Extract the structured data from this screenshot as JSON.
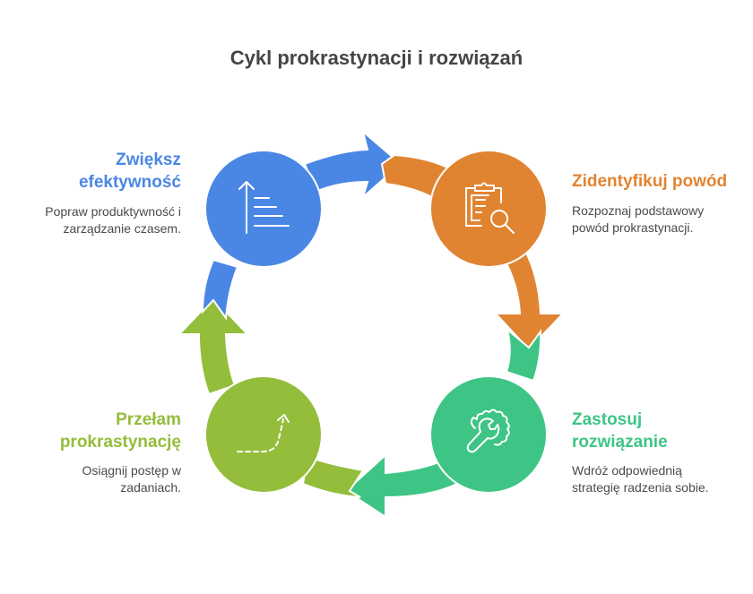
{
  "title": "Cykl prokrastynacji i rozwiązań",
  "colors": {
    "blue": "#4a87e4",
    "orange": "#e08432",
    "teal": "#3ec585",
    "lime": "#94bd3b",
    "title_text": "#454545",
    "desc_text": "#4a4a4a"
  },
  "steps": [
    {
      "id": "increase-efficiency",
      "title_line1": "Zwiększ",
      "title_line2": "efektywność",
      "desc_line1": "Popraw produktywność i",
      "desc_line2": "zarządzanie czasem.",
      "color": "#4a87e4",
      "icon": "sort-ascending-icon"
    },
    {
      "id": "identify-reason",
      "title_line1": "Zidentyfikuj powód",
      "title_line2": "",
      "desc_line1": "Rozpoznaj podstawowy",
      "desc_line2": "powód prokrastynacji.",
      "color": "#e08432",
      "icon": "clipboard-search-icon"
    },
    {
      "id": "apply-solution",
      "title_line1": "Zastosuj",
      "title_line2": "rozwiązanie",
      "desc_line1": "Wdróż odpowiednią",
      "desc_line2": "strategię radzenia sobie.",
      "color": "#3ec585",
      "icon": "wrench-gear-icon"
    },
    {
      "id": "break-procrastination",
      "title_line1": "Przełam",
      "title_line2": "prokrastynację",
      "desc_line1": "Osiągnij postęp w",
      "desc_line2": "zadaniach.",
      "color": "#94bd3b",
      "icon": "dashed-arrow-up-right-icon"
    }
  ]
}
